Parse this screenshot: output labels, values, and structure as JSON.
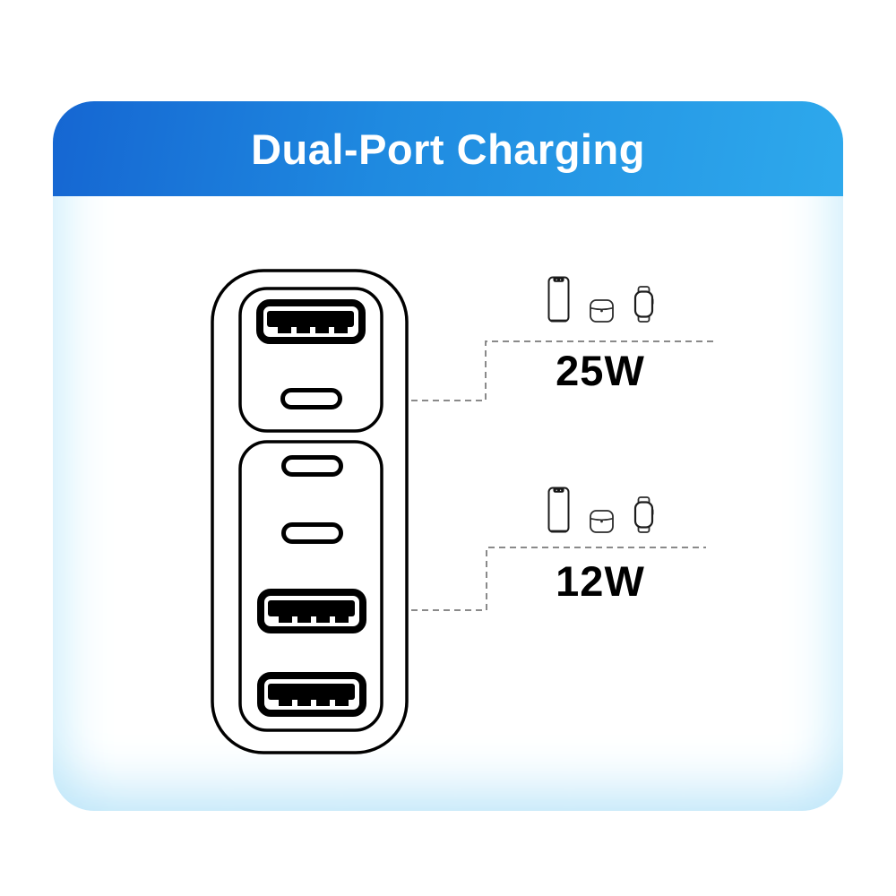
{
  "header": {
    "title": "Dual-Port Charging"
  },
  "groups": [
    {
      "id": "25w",
      "label": "25W",
      "devices": [
        "phone-icon",
        "earbuds-case-icon",
        "smartwatch-icon"
      ],
      "connected_port": "usb-c-port-1"
    },
    {
      "id": "12w",
      "label": "12W",
      "devices": [
        "phone-icon",
        "earbuds-case-icon",
        "smartwatch-icon"
      ],
      "connected_port": "usb-a-port-2"
    }
  ],
  "charger": {
    "ports_top_section": [
      "usb-a",
      "usb-c"
    ],
    "ports_bottom_section": [
      "usb-c",
      "usb-c",
      "usb-a",
      "usb-a"
    ]
  },
  "colors": {
    "header_gradient_start": "#1566d2",
    "header_gradient_mid": "#1f8ae0",
    "header_gradient_end": "#2ea9ec",
    "card_glow": "#cdeefb",
    "dashed_line": "#8a8a8a",
    "outline": "#000000",
    "title_text": "#ffffff",
    "label_text": "#000000"
  }
}
